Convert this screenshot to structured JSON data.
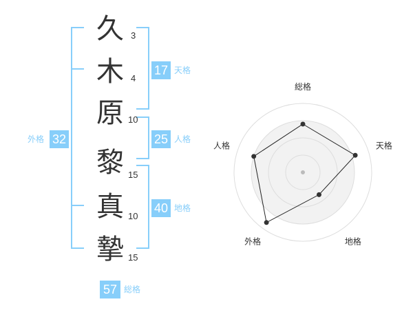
{
  "name": {
    "characters": [
      {
        "char": "久",
        "strokes": "3"
      },
      {
        "char": "木",
        "strokes": "4"
      },
      {
        "char": "原",
        "strokes": "10"
      },
      {
        "char": "黎",
        "strokes": "15"
      },
      {
        "char": "真",
        "strokes": "10"
      },
      {
        "char": "摯",
        "strokes": "15"
      }
    ]
  },
  "scores": {
    "tenkaku": {
      "label": "天格",
      "value": "17"
    },
    "jinkaku": {
      "label": "人格",
      "value": "25"
    },
    "chikaku": {
      "label": "地格",
      "value": "40"
    },
    "gaikaku": {
      "label": "外格",
      "value": "32"
    },
    "soukaku": {
      "label": "総格",
      "value": "57"
    }
  },
  "colors": {
    "accent": "#87cefa",
    "text": "#333333"
  },
  "chart_data": {
    "type": "radar",
    "axes": [
      "総格",
      "天格",
      "地格",
      "外格",
      "人格"
    ],
    "values": [
      0.7,
      0.8,
      0.4,
      0.9,
      0.75
    ],
    "rings": 4
  }
}
